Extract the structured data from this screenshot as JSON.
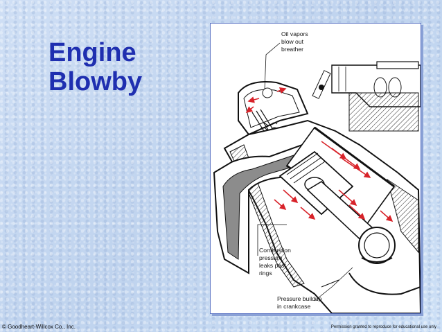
{
  "slide": {
    "title_line1": "Engine",
    "title_line2": "Blowby"
  },
  "figure": {
    "callouts": {
      "oil_vapors": [
        "Oil vapors",
        "blow out",
        "breather"
      ],
      "combustion": [
        "Combustion",
        "pressure",
        "leaks past",
        "rings"
      ],
      "crankcase": [
        "Pressure buildup",
        "in crankcase"
      ]
    },
    "arrow_color": "#d8232a"
  },
  "footer": {
    "copyright": "© Goodheart-Willcox Co., Inc.",
    "permission": "Permission granted to reproduce for educational use only"
  },
  "colors": {
    "title": "#1f2fb0",
    "background": "#c9daf2",
    "frame_border": "#5a73c4"
  }
}
